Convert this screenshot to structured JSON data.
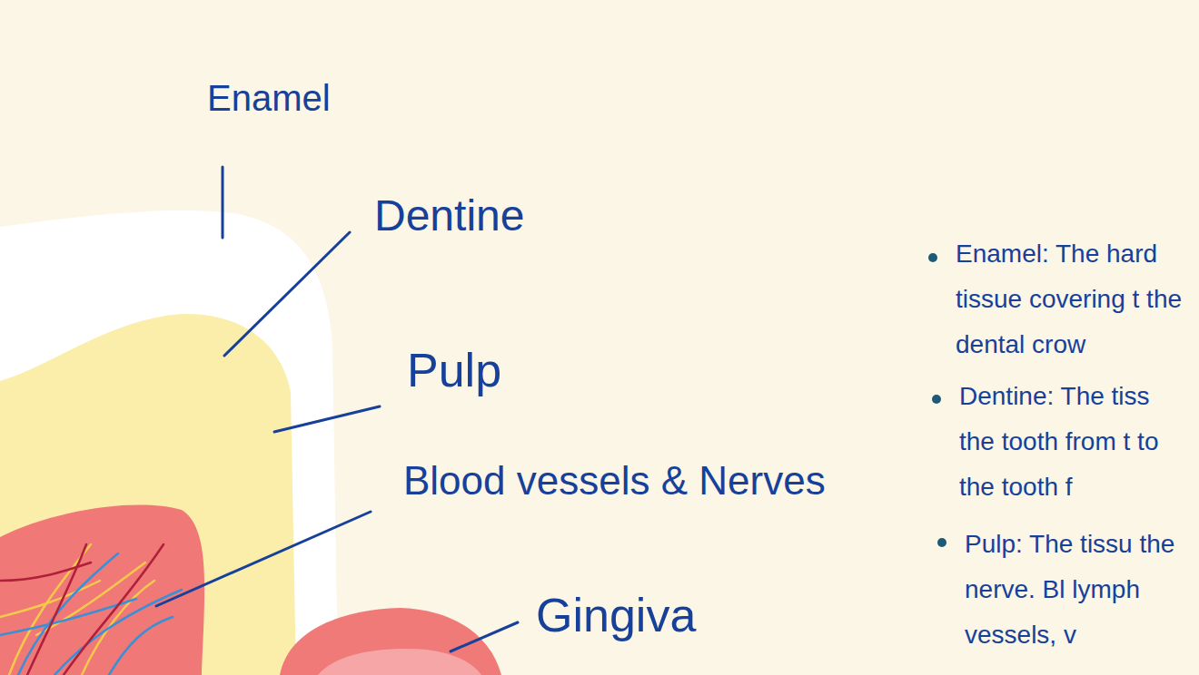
{
  "diagram": {
    "labels": [
      "Enamel",
      "Dentine",
      "Pulp",
      "Blood vessels & Nerves",
      "Gingiva",
      "Enamel: The hard tissue covering t the dental crow",
      "Dentine: The tiss the tooth from t to the tooth f",
      "Pulp: The tissu the nerve. Bl lymph vessels, v"
    ]
  }
}
